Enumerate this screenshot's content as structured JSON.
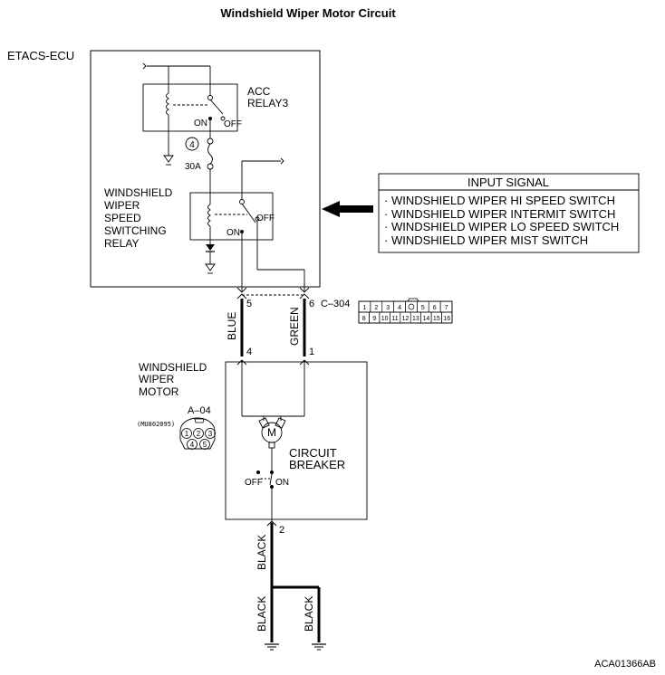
{
  "title": "Windshield Wiper Motor Circuit",
  "etacs": {
    "label": "ETACS-ECU"
  },
  "acc_relay": {
    "line1": "ACC",
    "line2": "RELAY3",
    "on": "ON",
    "off": "OFF"
  },
  "fuse": {
    "number": "4",
    "rating": "30A"
  },
  "speed_relay": {
    "lines": [
      "WINDSHIELD",
      "WIPER",
      "SPEED",
      "SWITCHING",
      "RELAY"
    ],
    "on": "ON",
    "off": "OFF"
  },
  "input_signal": {
    "title": "INPUT SIGNAL",
    "items": [
      "· WINDSHIELD WIPER HI SPEED SWITCH",
      "· WINDSHIELD WIPER INTERMIT SWITCH",
      "· WINDSHIELD WIPER LO SPEED SWITCH",
      "· WINDSHIELD WIPER MIST SWITCH"
    ]
  },
  "connector_c304": {
    "pin_left": "5",
    "pin_right": "6",
    "name": "C–304",
    "top_row": [
      "1",
      "2",
      "3",
      "4",
      "",
      "5",
      "6",
      "7"
    ],
    "bottom_row": [
      "8",
      "9",
      "10",
      "11",
      "12",
      "13",
      "14",
      "15",
      "16"
    ]
  },
  "wires": {
    "blue": "BLUE",
    "green": "GREEN",
    "black_main": "BLACK",
    "black_left": "BLACK",
    "black_right": "BLACK"
  },
  "motor": {
    "lines": [
      "WINDSHIELD",
      "WIPER",
      "MOTOR"
    ],
    "pin_left": "4",
    "pin_right": "1",
    "pin_ground": "2",
    "symbol": "M"
  },
  "connector_a04": {
    "name": "A–04",
    "part": "(MU802095)",
    "pins": [
      "1",
      "2",
      "3",
      "4",
      "5"
    ]
  },
  "breaker": {
    "line1": "CIRCUIT",
    "line2": "BREAKER",
    "off": "OFF",
    "on": "ON"
  },
  "figure_id": "ACA01366AB"
}
